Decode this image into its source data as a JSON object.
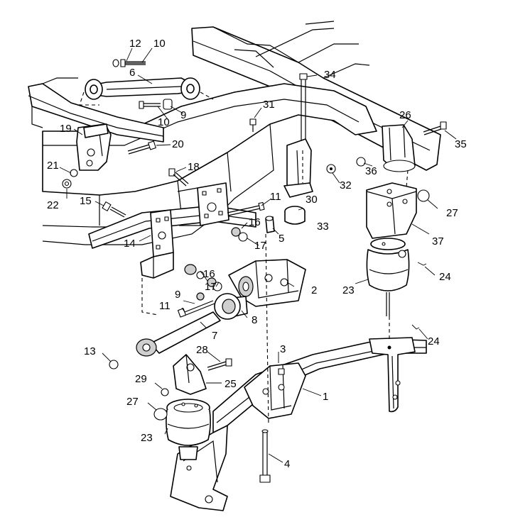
{
  "callouts": {
    "c1": "1",
    "c2": "2",
    "c3": "3",
    "c4": "4",
    "c5": "5",
    "c6": "6",
    "c7": "7",
    "c8": "8",
    "c9a": "9",
    "c9b": "9",
    "c10a": "10",
    "c10b": "10",
    "c11a": "11",
    "c11b": "11",
    "c12": "12",
    "c13": "13",
    "c14": "14",
    "c15": "15",
    "c16a": "16",
    "c16b": "16",
    "c17a": "17",
    "c17b": "17",
    "c18": "18",
    "c19": "19",
    "c20": "20",
    "c21": "21",
    "c22": "22",
    "c23a": "23",
    "c23b": "23",
    "c24a": "24",
    "c24b": "24",
    "c25": "25",
    "c26": "26",
    "c27a": "27",
    "c27b": "27",
    "c28": "28",
    "c29": "29",
    "c30": "30",
    "c31": "31",
    "c32": "32",
    "c33": "33",
    "c34": "34",
    "c35": "35",
    "c36": "36",
    "c37": "37"
  }
}
